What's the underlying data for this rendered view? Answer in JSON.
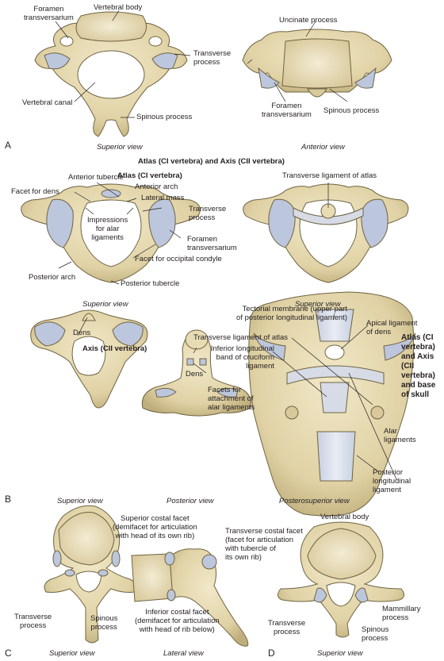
{
  "colors": {
    "bone": "#e4d7ae",
    "bone_dark": "#a8986a",
    "cartilage": "#bcc6dd",
    "ligament": "#d6dbe6",
    "outline": "#6f6342",
    "text": "#231f20"
  },
  "section_a": {
    "panel_letter": "A",
    "labels": {
      "foramen_transversarium_left": "Foramen\ntransversarium",
      "vertebral_body": "Vertebral body",
      "transverse_process": "Transverse\nprocess",
      "vertebral_canal": "Vertebral canal",
      "spinous_process_left": "Spinous process",
      "uncinate_process": "Uncinate process",
      "foramen_transversarium_right": "Foramen\ntransversarium",
      "spinous_process_right": "Spinous process"
    },
    "views": {
      "left": "Superior view",
      "right": "Anterior view"
    }
  },
  "section_b": {
    "panel_letter": "B",
    "heading": "Atlas (CI vertebra) and Axis (CII vertebra)",
    "atlas_title": "Atlas (CI vertebra)",
    "axis_title": "Axis (CII vertebra)",
    "skull_title": "Atlas (CI\nvertebra)\nand Axis\n(CII\nvertebra)\nand base\nof skull",
    "labels": {
      "anterior_tubercle": "Anterior tubercle",
      "facet_for_dens": "Facet for dens",
      "anterior_arch": "Anterior arch",
      "lateral_mass": "Lateral mass",
      "transverse_process": "Transverse\nprocess",
      "impressions_alar": "Impressions\nfor alar\nligaments",
      "foramen_transversarium": "Foramen\ntransversarium",
      "facet_occipital": "Facet for occipital condyle",
      "posterior_arch": "Posterior arch",
      "posterior_tubercle": "Posterior tubercle",
      "transverse_ligament_atlas_top": "Transverse ligament of atlas",
      "tectorial_membrane": "Tectorial membrane (upper part\nof posterior longitudinal ligament)",
      "apical_ligament": "Apical ligament\nof dens",
      "dens_left": "Dens",
      "transverse_ligament_atlas_mid": "Transverse ligament of atlas",
      "inferior_longitudinal": "Inferior longitudinal\nband of cruciform\nligament",
      "dens_mid": "Dens",
      "facets_alar": "Facets for\nattachment of\nalar ligaments",
      "alar_ligaments": "Alar\nligaments",
      "posterior_longitudinal": "Posterior\nlongitudinal\nligament"
    },
    "views": {
      "atlas_left": "Superior view",
      "atlas_right": "Superior view",
      "axis_left": "Superior view",
      "axis_mid": "Posterior view",
      "skull": "Posterosuperior view"
    }
  },
  "section_c": {
    "panel_letter": "C",
    "labels": {
      "superior_costal_facet": "Superior costal facet\n(demifacet for articulation\nwith head of its own rib)",
      "transverse_costal_facet": "Transverse costal facet\n(facet for articulation\nwith tubercle of\nits own rib)",
      "inferior_costal_facet": "Inferior costal facet\n(demifacet for articulation\nwith head of rib below)",
      "transverse_process": "Transverse\nprocess",
      "spinous_process": "Spinous\nprocess"
    },
    "views": {
      "left": "Superior view",
      "mid": "Lateral view"
    }
  },
  "section_d": {
    "panel_letter": "D",
    "labels": {
      "vertebral_body": "Vertebral body",
      "mammillary_process": "Mammillary\nprocess",
      "transverse_process": "Transverse\nprocess",
      "spinous_process": "Spinous\nprocess"
    },
    "views": {
      "right": "Superior view"
    }
  }
}
